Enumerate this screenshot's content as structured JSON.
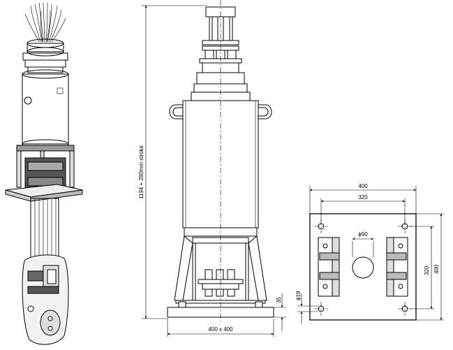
{
  "labels": {
    "total_height": "1194 + 280mm stroke",
    "base_size": "400 x 400",
    "base_thickness": "35",
    "plate_width": "400",
    "hole_spacing_h": "320",
    "hole_spacing_v": "320",
    "plate_height": "400",
    "center_hole": "ϕ90",
    "bolt_hole": "ϕ19"
  }
}
